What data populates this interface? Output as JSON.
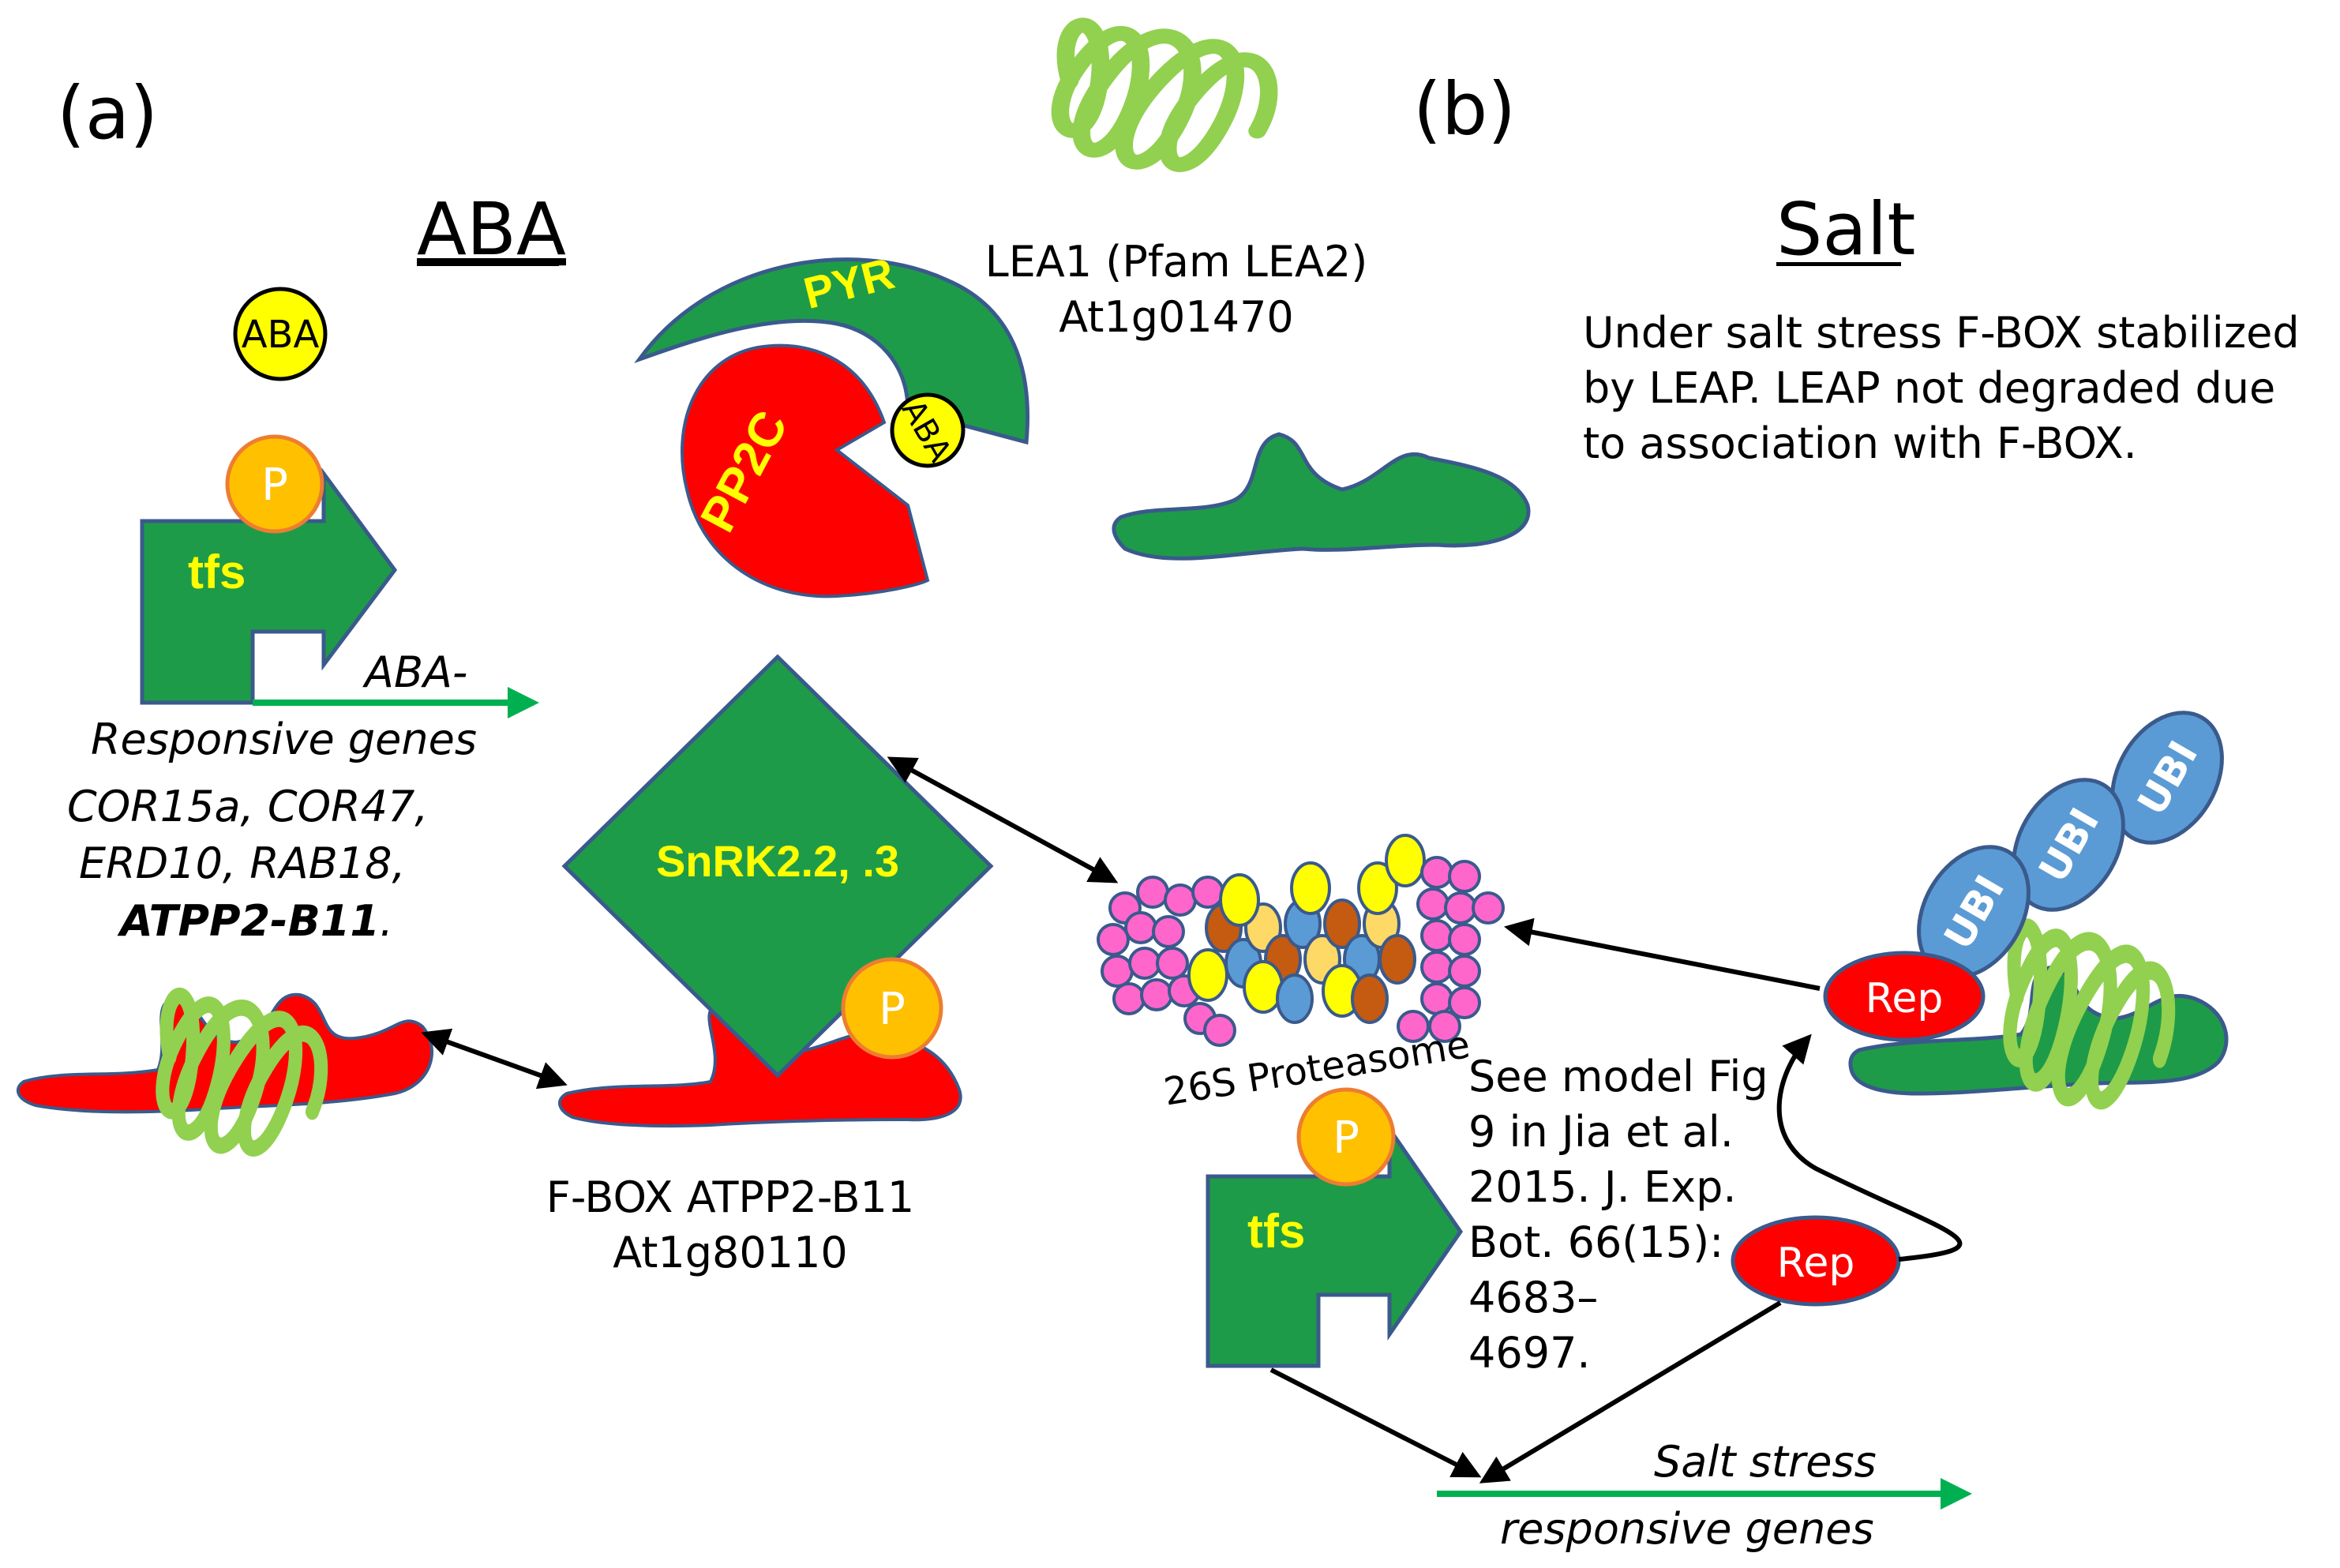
{
  "panels": {
    "a_label": "(a)",
    "b_label": "(b)",
    "aba_title": "ABA",
    "salt_title": "Salt"
  },
  "lea1": {
    "line1": "LEA1 (Pfam LEA2)",
    "line2": "At1g01470"
  },
  "salt_note": {
    "line1": "Under salt stress F-BOX stabilized",
    "line2": "by LEAP. LEAP not degraded due",
    "line3": "to association with F-BOX."
  },
  "molecules": {
    "aba": "ABA",
    "pyr": "PYR",
    "pp2c": "PP2C",
    "phospho": "P",
    "tfs": "tfs",
    "snrk": "SnRK2.2, .3",
    "rep": "Rep",
    "ubi": "UBI",
    "proteasome": "26S Proteasome"
  },
  "aba_genes": {
    "line1": "ABA-",
    "line2": "Responsive genes",
    "line3": "COR15a, COR47,",
    "line4": "ERD10, RAB18,",
    "line5_bold": "ATPP2-B11",
    "line5_tail": "."
  },
  "fbox": {
    "line1": "F-BOX ATPP2-B11",
    "line2": "At1g80110"
  },
  "reference": {
    "line1": "See model Fig",
    "line2": "9 in Jia et al.",
    "line3": "2015. J. Exp.",
    "line4": "Bot. 66(15):",
    "line5": "4683–",
    "line6": "4697."
  },
  "salt_genes": {
    "line1": "Salt stress",
    "line2": "responsive genes"
  },
  "colors": {
    "green_protein": "#1e9b48",
    "red_protein": "#ff0000",
    "lea_coil": "#92d050",
    "yellow": "#ffff00",
    "phospho_orange": "#ffc000",
    "ubi_blue": "#5b9bd5",
    "outline_blue": "#3a5a8c",
    "arrow_green": "#00b050"
  }
}
